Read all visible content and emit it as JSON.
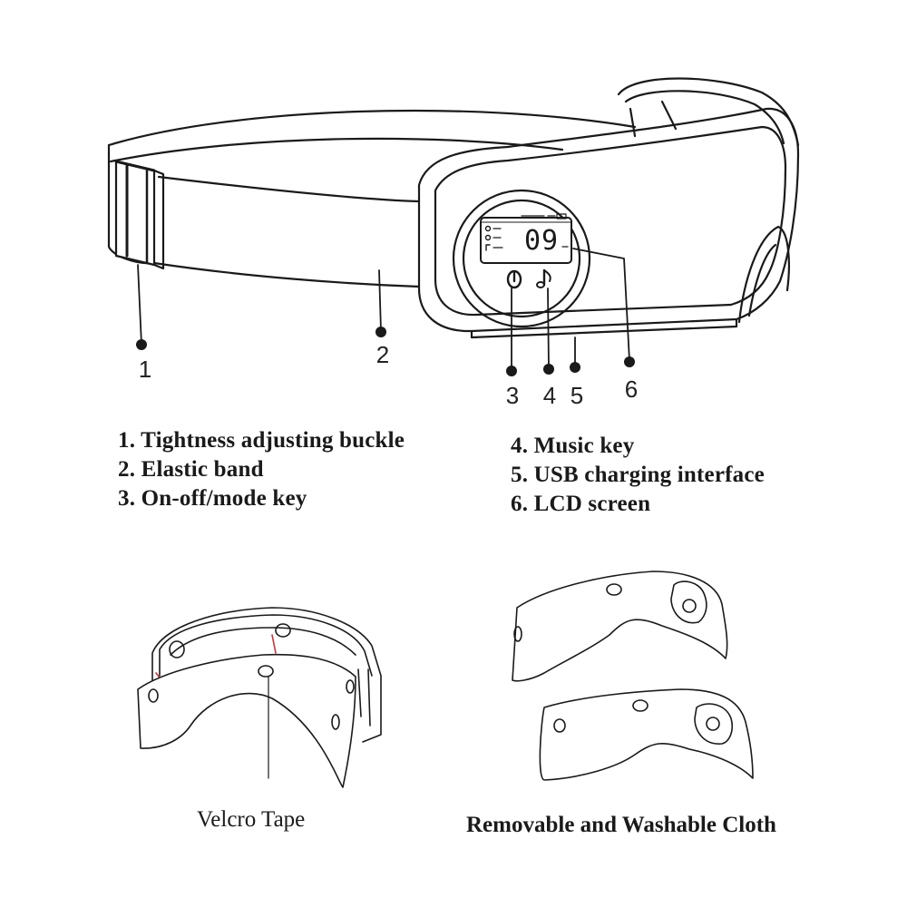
{
  "callouts": [
    "1",
    "2",
    "3",
    "4",
    "5",
    "6"
  ],
  "lcd": {
    "digits": "09"
  },
  "legend_left": [
    "1. Tightness adjusting buckle",
    "2. Elastic band",
    "3. On-off/mode key"
  ],
  "legend_right": [
    "4. Music key",
    "5. USB charging interface",
    "6. LCD screen"
  ],
  "captions": {
    "left": "Velcro Tape",
    "right": "Removable and Washable Cloth"
  },
  "colors": {
    "line": "#1a1a1a",
    "background": "#ffffff",
    "accent_red": "#c8323a"
  }
}
